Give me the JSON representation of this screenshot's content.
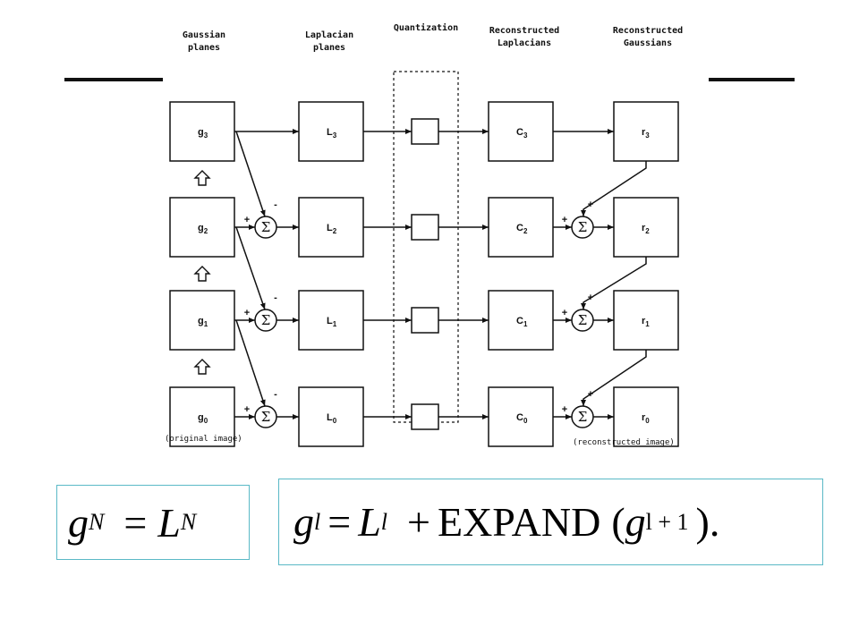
{
  "headers": {
    "gaussian": [
      "Gaussian",
      "planes"
    ],
    "laplacian": [
      "Laplacian",
      "planes"
    ],
    "quantization": "Quantization",
    "recon_laplacians": [
      "Reconstructed",
      "Laplacians"
    ],
    "recon_gaussians": [
      "Reconstructed",
      "Gaussians"
    ]
  },
  "gaussian_labels": [
    {
      "b": "g",
      "s": "3"
    },
    {
      "b": "g",
      "s": "2"
    },
    {
      "b": "g",
      "s": "1"
    },
    {
      "b": "g",
      "s": "0"
    }
  ],
  "laplacian_labels": [
    {
      "b": "L",
      "s": "3"
    },
    {
      "b": "L",
      "s": "2"
    },
    {
      "b": "L",
      "s": "1"
    },
    {
      "b": "L",
      "s": "0"
    }
  ],
  "recon_laplacian_labels": [
    {
      "b": "C",
      "s": "3"
    },
    {
      "b": "C",
      "s": "2"
    },
    {
      "b": "C",
      "s": "1"
    },
    {
      "b": "C",
      "s": "0"
    }
  ],
  "recon_gaussian_labels": [
    {
      "b": "r",
      "s": "3"
    },
    {
      "b": "r",
      "s": "2"
    },
    {
      "b": "r",
      "s": "1"
    },
    {
      "b": "r",
      "s": "0"
    }
  ],
  "signs": {
    "plus": "+",
    "minus": "-",
    "sum": "Σ"
  },
  "captions": {
    "original": "(original image)",
    "reconstructed": "(reconstructed image)"
  },
  "equations": {
    "eq1": {
      "lhs": "g",
      "lhs_sub": "N",
      "op": "=",
      "rhs": "L",
      "rhs_sub": "N"
    },
    "eq2": {
      "lhs": "g",
      "lhs_sub": "l",
      "op": "=",
      "rhs": "L",
      "rhs_sub": "l",
      "plus": "+",
      "func": "EXPAND",
      "open": "(",
      "arg": "g",
      "arg_sub": "l + 1",
      "close": ").",
      "func_full": "EXPAND ("
    }
  }
}
